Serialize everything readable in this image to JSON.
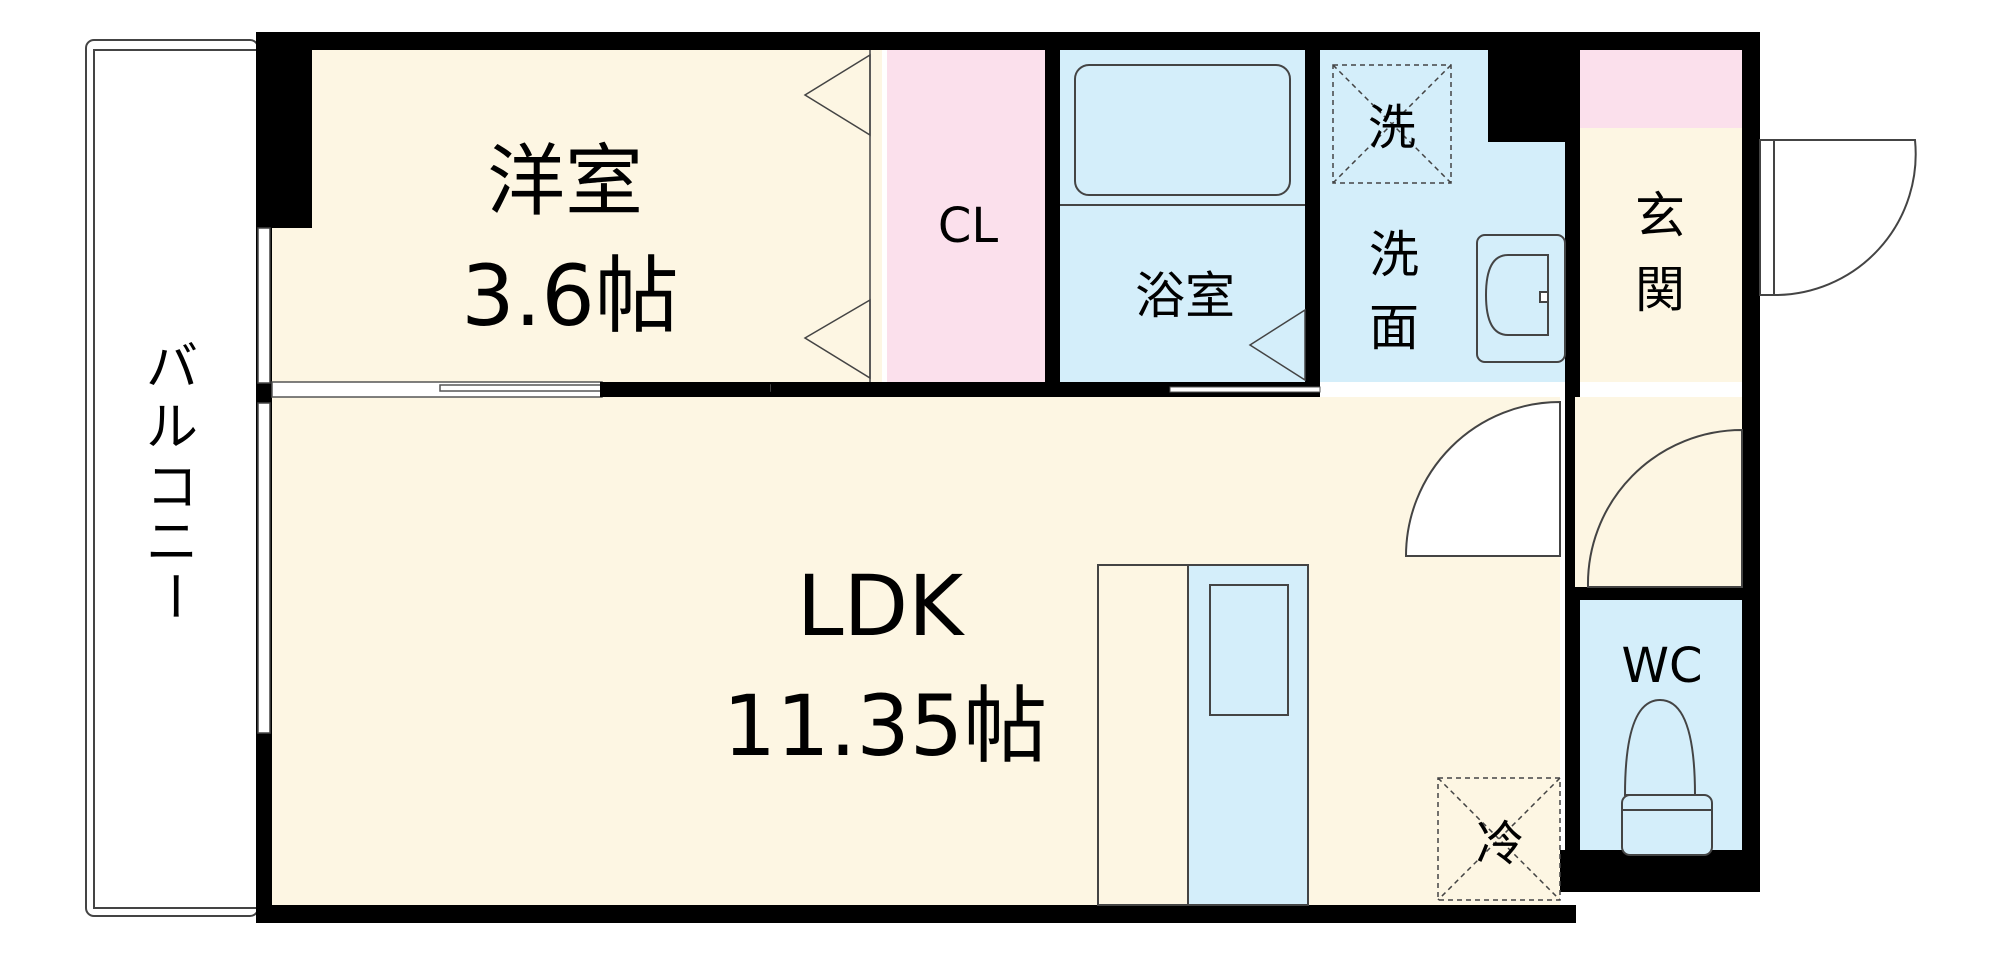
{
  "rooms": {
    "western": {
      "name": "洋室",
      "size": "3.6帖"
    },
    "closet": "CL",
    "bath": "浴室",
    "washer_space": "洗",
    "washroom": [
      "洗",
      "面"
    ],
    "entrance": [
      "玄",
      "関"
    ],
    "ldk": {
      "name": "LDK",
      "size": "11.35帖"
    },
    "toilet": "WC",
    "fridge_space": "冷",
    "balcony": [
      "バ",
      "ル",
      "コ",
      "ニ",
      "ー"
    ]
  },
  "colors": {
    "room_cream": "#fdf6e3",
    "closet_pink": "#fbe0ec",
    "wet_blue": "#d4eefa",
    "wall": "#000000"
  }
}
